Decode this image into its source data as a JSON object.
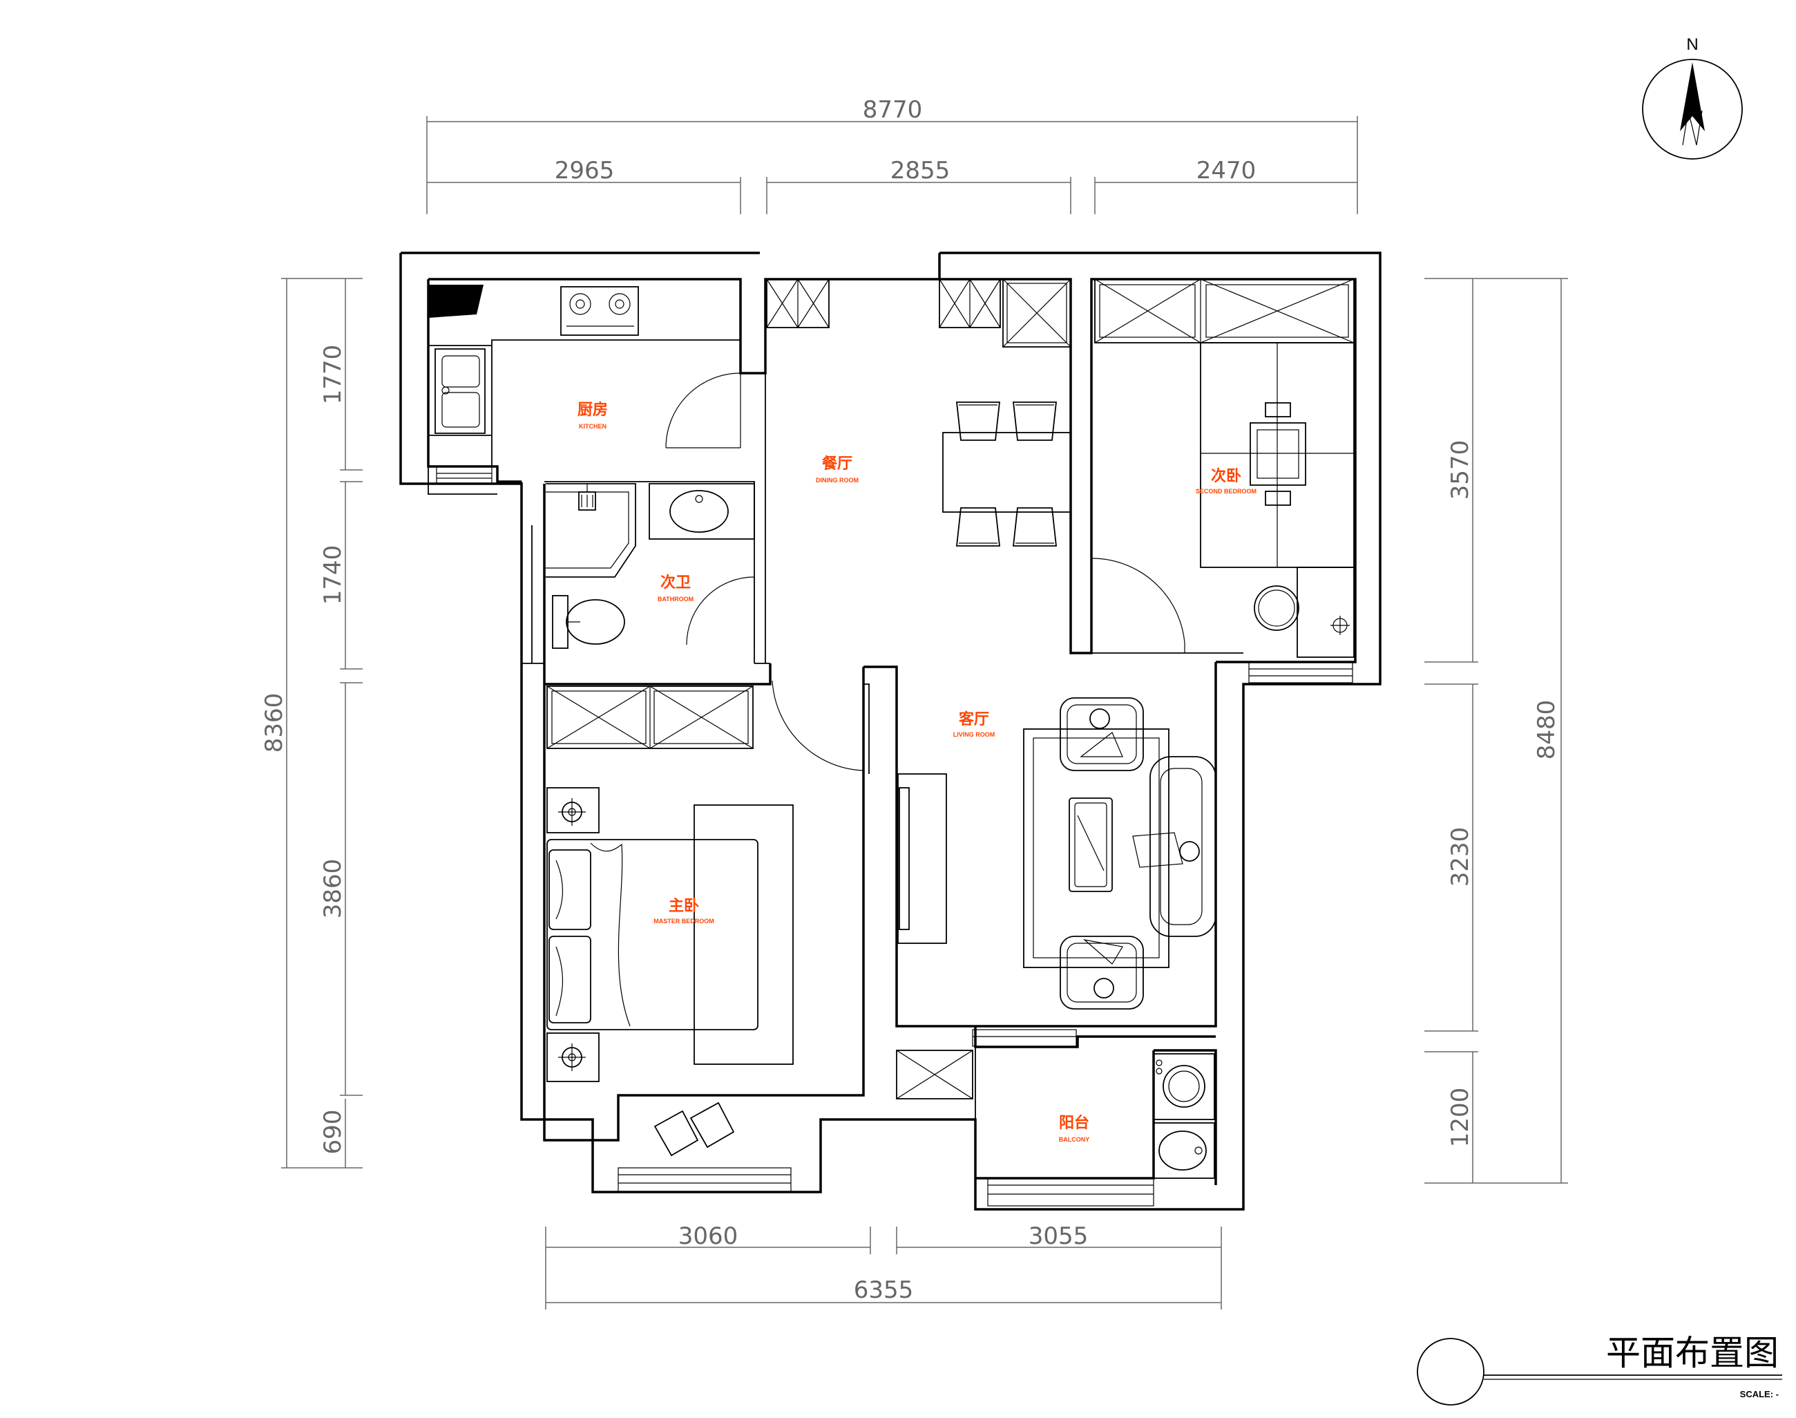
{
  "title": "平面布置图",
  "scale_label": "SCALE: -",
  "north_label": "N",
  "accent_color": "#ff4500",
  "dimensions": {
    "top_total": "8770",
    "top_segments": [
      "2965",
      "2855",
      "2470"
    ],
    "bottom_total": "6355",
    "bottom_segments": [
      "3060",
      "3055"
    ],
    "left_total": "8360",
    "left_segments": [
      "1770",
      "1740",
      "3860",
      "690"
    ],
    "right_total": "8480",
    "right_segments": [
      "3570",
      "3230",
      "1200"
    ]
  },
  "rooms": {
    "kitchen": {
      "cn": "厨房",
      "en": "KITCHEN"
    },
    "dining": {
      "cn": "餐厅",
      "en": "DINING ROOM"
    },
    "second_bedroom": {
      "cn": "次卧",
      "en": "SECOND BEDROOM"
    },
    "bathroom": {
      "cn": "次卫",
      "en": "BATHROOM"
    },
    "living": {
      "cn": "客厅",
      "en": "LIVING ROOM"
    },
    "master_bedroom": {
      "cn": "主卧",
      "en": "MASTER BEDROOM"
    },
    "balcony": {
      "cn": "阳台",
      "en": "BALCONY"
    }
  }
}
